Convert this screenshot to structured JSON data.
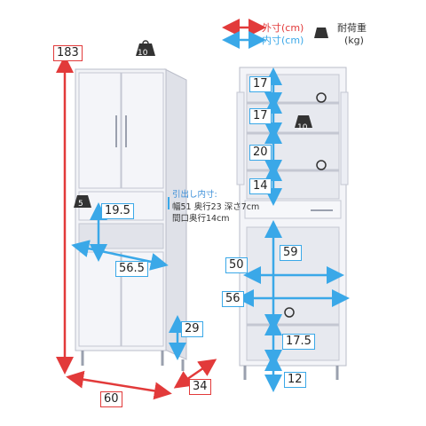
{
  "legend": {
    "outer": "外寸(cm)",
    "inner": "内寸(cm)",
    "load_title": "耐荷重",
    "load_unit": "(kg)"
  },
  "dimensions": {
    "height": "183",
    "width": "60",
    "depth": "34",
    "drawer_height": "19.5",
    "open_width": "56.5",
    "leg_height": "29",
    "top_load": "10",
    "drawer_load": "5",
    "shelf_load": "10"
  },
  "drawer_note": {
    "line1": "引出し内寸:",
    "line2": "幅51 奥行23 深さ7cm",
    "line3": "間口奥行14cm"
  },
  "right_view": {
    "shelf_1": "17",
    "shelf_2": "17",
    "shelf_3": "20",
    "shelf_4": "14",
    "lower_height": "59",
    "inner_width_top": "50",
    "inner_width_bottom": "56",
    "lower_shelf": "17.5",
    "leg_clearance": "12"
  },
  "colors": {
    "outer_arrow": "#e23a3a",
    "inner_arrow": "#3aa8e8",
    "cabinet_fill": "#f2f3f7",
    "cabinet_edge": "#b9bcc8"
  }
}
